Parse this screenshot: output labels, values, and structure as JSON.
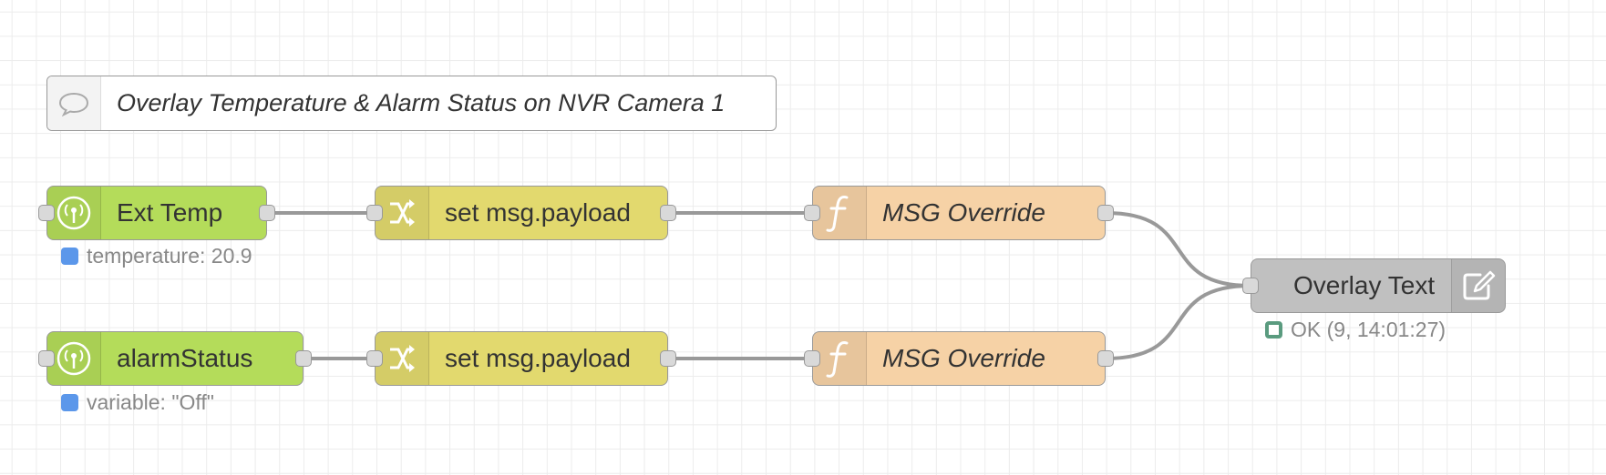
{
  "comment": {
    "text": "Overlay Temperature & Alarm Status on NVR Camera 1",
    "icon": "comment-icon"
  },
  "nodes": {
    "ext_temp": {
      "label": "Ext Temp",
      "icon": "broadcast-icon",
      "color": "#b4dc5a",
      "status": "temperature: 20.9"
    },
    "alarm_status": {
      "label": "alarmStatus",
      "icon": "broadcast-icon",
      "color": "#b4dc5a",
      "status": "variable: \"Off\""
    },
    "change_1": {
      "label": "set msg.payload",
      "icon": "shuffle-icon",
      "color": "#e2d96e"
    },
    "change_2": {
      "label": "set msg.payload",
      "icon": "shuffle-icon",
      "color": "#e2d96e"
    },
    "function_1": {
      "label": "MSG Override",
      "icon": "function-icon",
      "color": "#f6d2a6"
    },
    "function_2": {
      "label": "MSG Override",
      "icon": "function-icon",
      "color": "#f6d2a6"
    },
    "overlay_text": {
      "label": "Overlay Text",
      "icon": "edit-icon",
      "color": "#c0c0c0",
      "status": "OK (9, 14:01:27)"
    }
  },
  "colors": {
    "status_blue": "#5b97ea",
    "status_green": "#5a9b7f",
    "wire": "#999999"
  }
}
